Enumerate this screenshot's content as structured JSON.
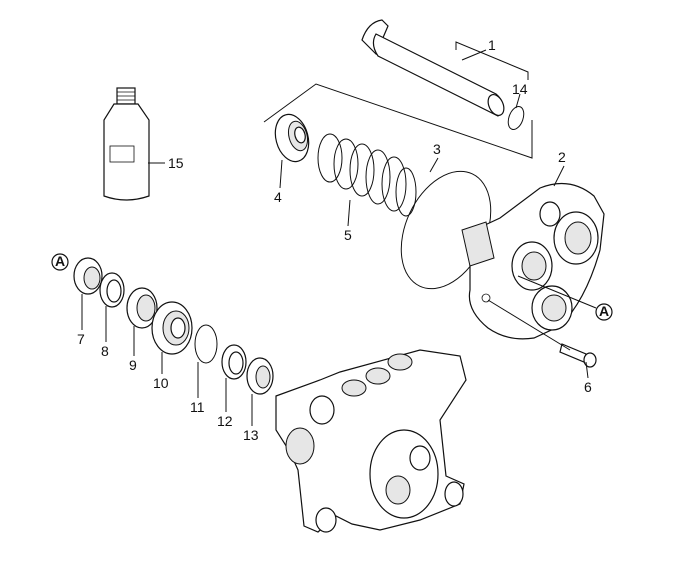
{
  "diagram": {
    "callouts": [
      {
        "id": "1",
        "label": "1"
      },
      {
        "id": "2",
        "label": "2"
      },
      {
        "id": "3",
        "label": "3"
      },
      {
        "id": "4",
        "label": "4"
      },
      {
        "id": "5",
        "label": "5"
      },
      {
        "id": "6",
        "label": "6"
      },
      {
        "id": "7",
        "label": "7"
      },
      {
        "id": "8",
        "label": "8"
      },
      {
        "id": "9",
        "label": "9"
      },
      {
        "id": "10",
        "label": "10"
      },
      {
        "id": "11",
        "label": "11"
      },
      {
        "id": "12",
        "label": "12"
      },
      {
        "id": "13",
        "label": "13"
      },
      {
        "id": "14",
        "label": "14"
      },
      {
        "id": "15",
        "label": "15"
      }
    ],
    "markers": [
      {
        "id": "A-left",
        "label": "A"
      },
      {
        "id": "A-right",
        "label": "A"
      }
    ]
  }
}
